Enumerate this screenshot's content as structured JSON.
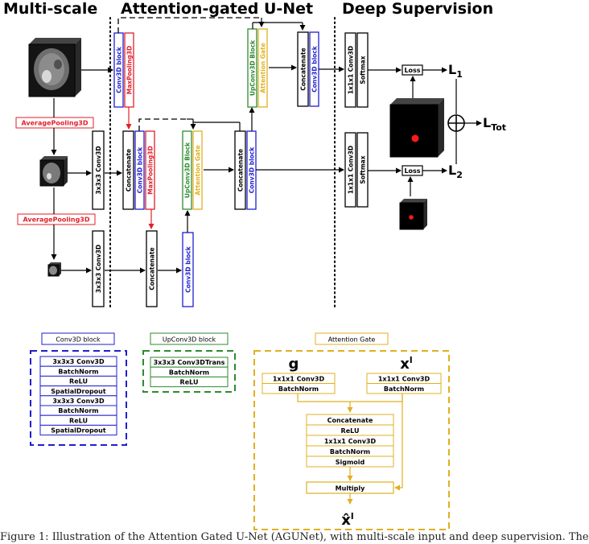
{
  "headers": {
    "multi_scale": "Multi-scale",
    "agunet": "Attention-gated U-Net",
    "deep_supervision": "Deep Supervision"
  },
  "labels": {
    "conv3d_block": "Conv3D block",
    "maxpooling3d": "MaxPooling3D",
    "upconv3d_block": "UpConv3D Block",
    "attention_gate_v": "Attention Gate",
    "concatenate": "Concatenate",
    "conv3x3": "3x3x3 Conv3D",
    "conv1x1": "1x1x1 Conv3D",
    "softmax": "Softmax",
    "loss": "Loss",
    "l1_base": "L",
    "l1_sub": "1",
    "l2_base": "L",
    "l2_sub": "2",
    "ltot_base": "L",
    "ltot_sub": "Tot",
    "plus_symbol": "+",
    "avgpool": "AveragePooling3D"
  },
  "legend": {
    "conv3d_block": {
      "title": "Conv3D block",
      "rows": [
        "3x3x3 Conv3D",
        "BatchNorm",
        "ReLU",
        "SpatialDropout",
        "3x3x3 Conv3D",
        "BatchNorm",
        "ReLU",
        "SpatialDropout"
      ]
    },
    "upconv3d_block": {
      "title": "UpConv3D block",
      "rows": [
        "3x3x3 Conv3DTrans",
        "BatchNorm",
        "ReLU"
      ]
    },
    "attention_gate": {
      "title": "Attention Gate",
      "g_label": "g",
      "x_label_base": "x",
      "x_label_sup": "l",
      "g_rows": [
        "1x1x1 Conv3D",
        "BatchNorm"
      ],
      "x_rows": [
        "1x1x1 Conv3D",
        "BatchNorm"
      ],
      "middle_rows": [
        "Concatenate",
        "ReLU",
        "1x1x1 Conv3D",
        "BatchNorm",
        "Sigmoid"
      ],
      "multiply": "Multiply",
      "out_base": "x̂",
      "out_sup": "l"
    }
  },
  "caption": "Figure 1: Illustration of the Attention Gated U-Net (AGUNet), with multi-scale input and deep supervision. The",
  "colors": {
    "black": "#000000",
    "blue": "#1f1fd0",
    "red": "#e0202a",
    "green": "#2e8b2e",
    "gold": "#e0b020"
  }
}
